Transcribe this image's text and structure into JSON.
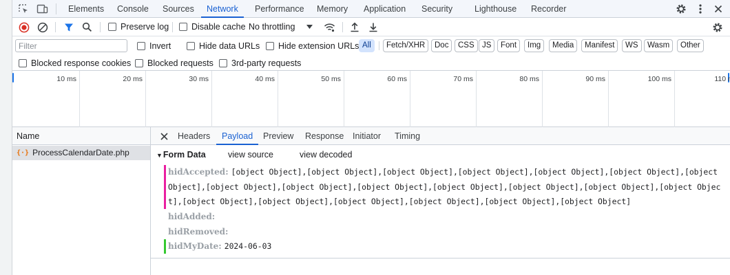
{
  "devtools_tabs": [
    "Elements",
    "Console",
    "Sources",
    "Network",
    "Performance",
    "Memory",
    "Application",
    "Security",
    "Lighthouse",
    "Recorder"
  ],
  "active_tab": "Network",
  "toolbar": {
    "preserve_log": "Preserve log",
    "disable_cache": "Disable cache",
    "throttling": "No throttling"
  },
  "filter_bar": {
    "placeholder": "Filter",
    "invert": "Invert",
    "hide_data_urls": "Hide data URLs",
    "hide_extension_urls": "Hide extension URLs",
    "types": [
      "All",
      "Fetch/XHR",
      "Doc",
      "CSS",
      "JS",
      "Font",
      "Img",
      "Media",
      "Manifest",
      "WS",
      "Wasm",
      "Other"
    ],
    "selected_type": "All"
  },
  "filter_bar2": {
    "blocked_response_cookies": "Blocked response cookies",
    "blocked_requests": "Blocked requests",
    "third_party": "3rd-party requests"
  },
  "overview": {
    "ticks": [
      "10 ms",
      "20 ms",
      "30 ms",
      "40 ms",
      "50 ms",
      "60 ms",
      "70 ms",
      "80 ms",
      "90 ms",
      "100 ms",
      "110 ms"
    ]
  },
  "requests": {
    "column_name": "Name",
    "items": [
      "ProcessCalendarDate.php"
    ]
  },
  "detail": {
    "tabs": [
      "Headers",
      "Payload",
      "Preview",
      "Response",
      "Initiator",
      "Timing"
    ],
    "active_tab": "Payload",
    "form_data": {
      "title": "Form Data",
      "view_source": "view source",
      "view_decoded": "view decoded",
      "params": [
        {
          "key": "hidAccepted:",
          "value": "[object Object],[object Object],[object Object],[object Object],[object Object],[object Object],[object Object],[object Object],[object Object],[object Object],[object Object],[object Object],[object Object],[object Object],[object Object],[object Object],[object Object],[object Object],[object Object],[object Object]"
        },
        {
          "key": "hidAdded:",
          "value": ""
        },
        {
          "key": "hidRemoved:",
          "value": ""
        },
        {
          "key": "hidMyDate:",
          "value": "2024-06-03"
        }
      ]
    }
  },
  "colors": {
    "accent": "#1a61d2",
    "record": "#d93025",
    "filter_active": "#1a73e8",
    "changed_marker": "#e91ea0",
    "new_marker": "#34c930"
  }
}
